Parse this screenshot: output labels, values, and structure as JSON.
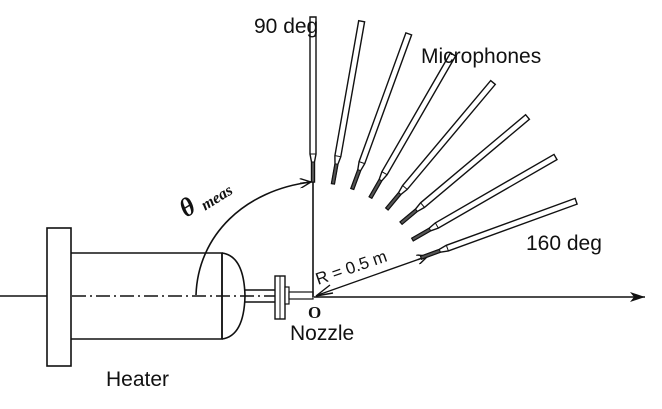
{
  "diagram": {
    "labels": {
      "angle_start": "90 deg",
      "angle_end": "160 deg",
      "microphones": "Microphones",
      "theta_symbol": "θ",
      "theta_subscript": "meas",
      "radius": "R = 0.5 m",
      "origin": "O",
      "nozzle": "Nozzle",
      "heater": "Heater"
    },
    "microphone_array": {
      "count": 8,
      "start_angle_deg": 90,
      "end_angle_deg": 160,
      "radius_m": 0.5
    },
    "colors": {
      "stroke": "#111111",
      "background": "#ffffff"
    }
  }
}
